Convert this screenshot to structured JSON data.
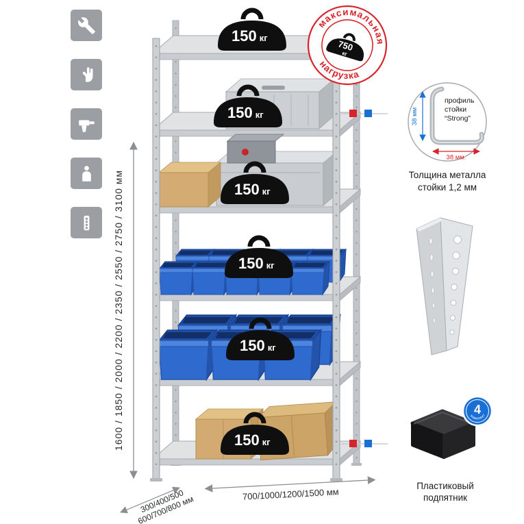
{
  "page": {
    "background": "#ffffff"
  },
  "feature_icons": [
    {
      "name": "wrench"
    },
    {
      "name": "work-gloves"
    },
    {
      "name": "drill"
    },
    {
      "name": "person-height"
    },
    {
      "name": "perforated-profile"
    }
  ],
  "dimensions": {
    "height": "1600 / 1850 / 2000 / 2200 / 2350 / 2550 / 2750 / 3100 мм",
    "depth_line1": "300/400/500",
    "depth_line2": "600/700/800 мм",
    "width": "700/1000/1200/1500 мм"
  },
  "rack": {
    "shelf_loads": [
      {
        "value": "150",
        "unit": "кг"
      },
      {
        "value": "150",
        "unit": "кг"
      },
      {
        "value": "150",
        "unit": "кг"
      },
      {
        "value": "150",
        "unit": "кг"
      },
      {
        "value": "150",
        "unit": "кг"
      },
      {
        "value": "150",
        "unit": "кг"
      }
    ]
  },
  "stamp": {
    "arc_top": "максимальная",
    "arc_bottom": "нагрузка",
    "weight_value": "750",
    "weight_unit": "кг"
  },
  "profile_callout": {
    "label_line1": "профиль",
    "label_line2": "стойки",
    "label_line3": "“Strong”",
    "dim_vertical": "38 мм",
    "dim_horizontal": "38 мм.",
    "caption_line1": "Толщина металла",
    "caption_line2": "стойки 1,2 мм"
  },
  "foot_callout": {
    "badge_value": "4",
    "badge_label": "в комплекте",
    "caption_line1": "Пластиковый",
    "caption_line2": "подпятник"
  },
  "colors": {
    "accent_red": "#d8232a",
    "accent_blue": "#1a6fd4",
    "bin_blue": "#2f6ace",
    "cardboard": "#d4ac73",
    "metal_light": "#d9dcde"
  }
}
